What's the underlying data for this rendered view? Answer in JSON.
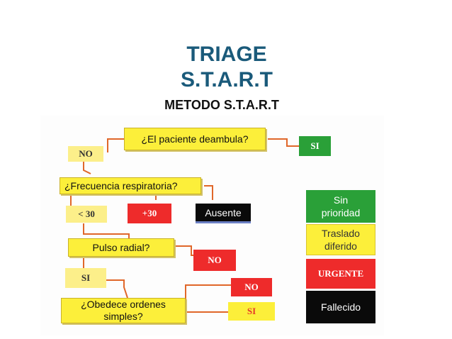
{
  "header": {
    "title_line1": "TRIAGE",
    "title_line2": "S.T.A.R.T",
    "subtitle": "METODO S.T.A.R.T"
  },
  "flow": {
    "q_walk": "¿El paciente deambula?",
    "walk_yes": "SI",
    "walk_no": "NO",
    "q_resp": "¿Frecuencia respiratoria?",
    "resp_low": "< 30",
    "resp_high": "+30",
    "resp_absent": "Ausente",
    "q_pulse": "Pulso radial?",
    "pulse_no": "NO",
    "pulse_yes": "SI",
    "q_obey": "¿Obedece ordenes simples?",
    "obey_no": "NO",
    "obey_yes": "SI"
  },
  "legend": {
    "green": "Sin prioridad",
    "yellow": "Traslado diferido",
    "red": "URGENTE",
    "black": "Fallecido"
  },
  "colors": {
    "question": "#fcef3a",
    "green": "#2aa038",
    "red": "#ee2b2b",
    "black": "#0a0a0a",
    "connector": "#e0672a"
  }
}
